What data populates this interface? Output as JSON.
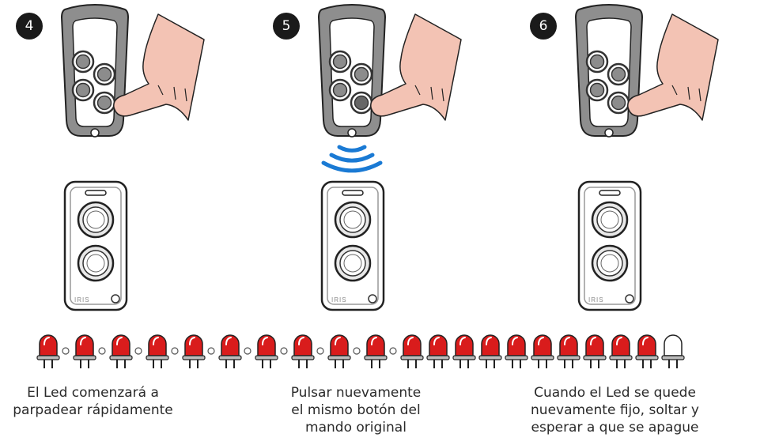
{
  "steps": [
    {
      "number": "4",
      "button_pressed": false,
      "signal": false
    },
    {
      "number": "5",
      "button_pressed": true,
      "signal": true
    },
    {
      "number": "6",
      "button_pressed": false,
      "signal": false
    }
  ],
  "receiver": {
    "brand": "IRIS"
  },
  "led_sequence": [
    "red",
    "gap",
    "red",
    "gap",
    "red",
    "gap",
    "red",
    "gap",
    "red",
    "gap",
    "red",
    "gap",
    "red",
    "gap",
    "red",
    "gap",
    "red",
    "gap",
    "red",
    "gap",
    "red",
    "red",
    "red",
    "red",
    "red",
    "red",
    "red",
    "red",
    "red",
    "red",
    "off"
  ],
  "colors": {
    "led_on": "#d91c1c",
    "led_off": "#ffffff",
    "remote_body": "#8e8e8e",
    "hand_fill": "#f3c3b4"
  },
  "captions": [
    {
      "lines": [
        "El Led comenzará a",
        "parpadear rápidamente"
      ]
    },
    {
      "lines": [
        "Pulsar nuevamente",
        "el mismo botón del",
        "mando original"
      ]
    },
    {
      "lines": [
        "Cuando el Led se quede",
        "nuevamente fijo, soltar y",
        "esperar a que se apague"
      ]
    }
  ]
}
